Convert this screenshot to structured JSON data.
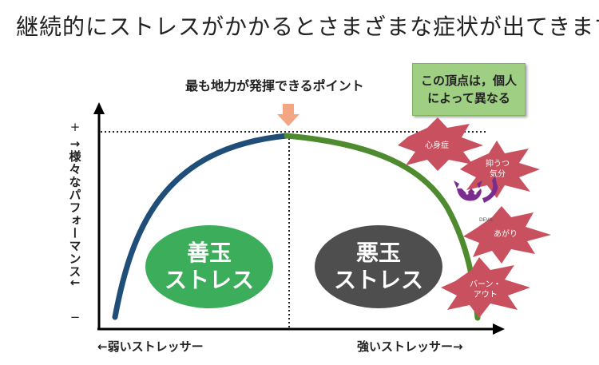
{
  "title": "継続的にストレスがかかるとさまざまな症状が出てきます",
  "peak_label": "最も地力が発揮できるポイント",
  "note": {
    "line1": "この頂点は，個人",
    "line2": "によって異なる"
  },
  "y_axis": {
    "plus": "+",
    "label": "↑様々なパフォーマンス↓",
    "minus": "−"
  },
  "x_axis": {
    "left": "←弱いストレッサー",
    "right": "強いストレッサー→"
  },
  "good_stress": {
    "line1": "善玉",
    "line2": "ストレス"
  },
  "bad_stress": {
    "line1": "悪玉",
    "line2": "ストレス"
  },
  "symptoms": {
    "s1": "心身症",
    "s2a": "抑うつ",
    "s2b": "気分",
    "s3": "あがり",
    "s4a": "バーン・",
    "s4b": "アウト"
  },
  "devil_text": "DEVIL",
  "colors": {
    "good_curve": "#1f4e79",
    "bad_curve": "#4e8a2e",
    "good_oval": "#3bad5b",
    "bad_oval": "#4e4e4e",
    "arrow": "#f4a582",
    "burst": "#c9515f",
    "note_bg": "#9fcf82"
  }
}
